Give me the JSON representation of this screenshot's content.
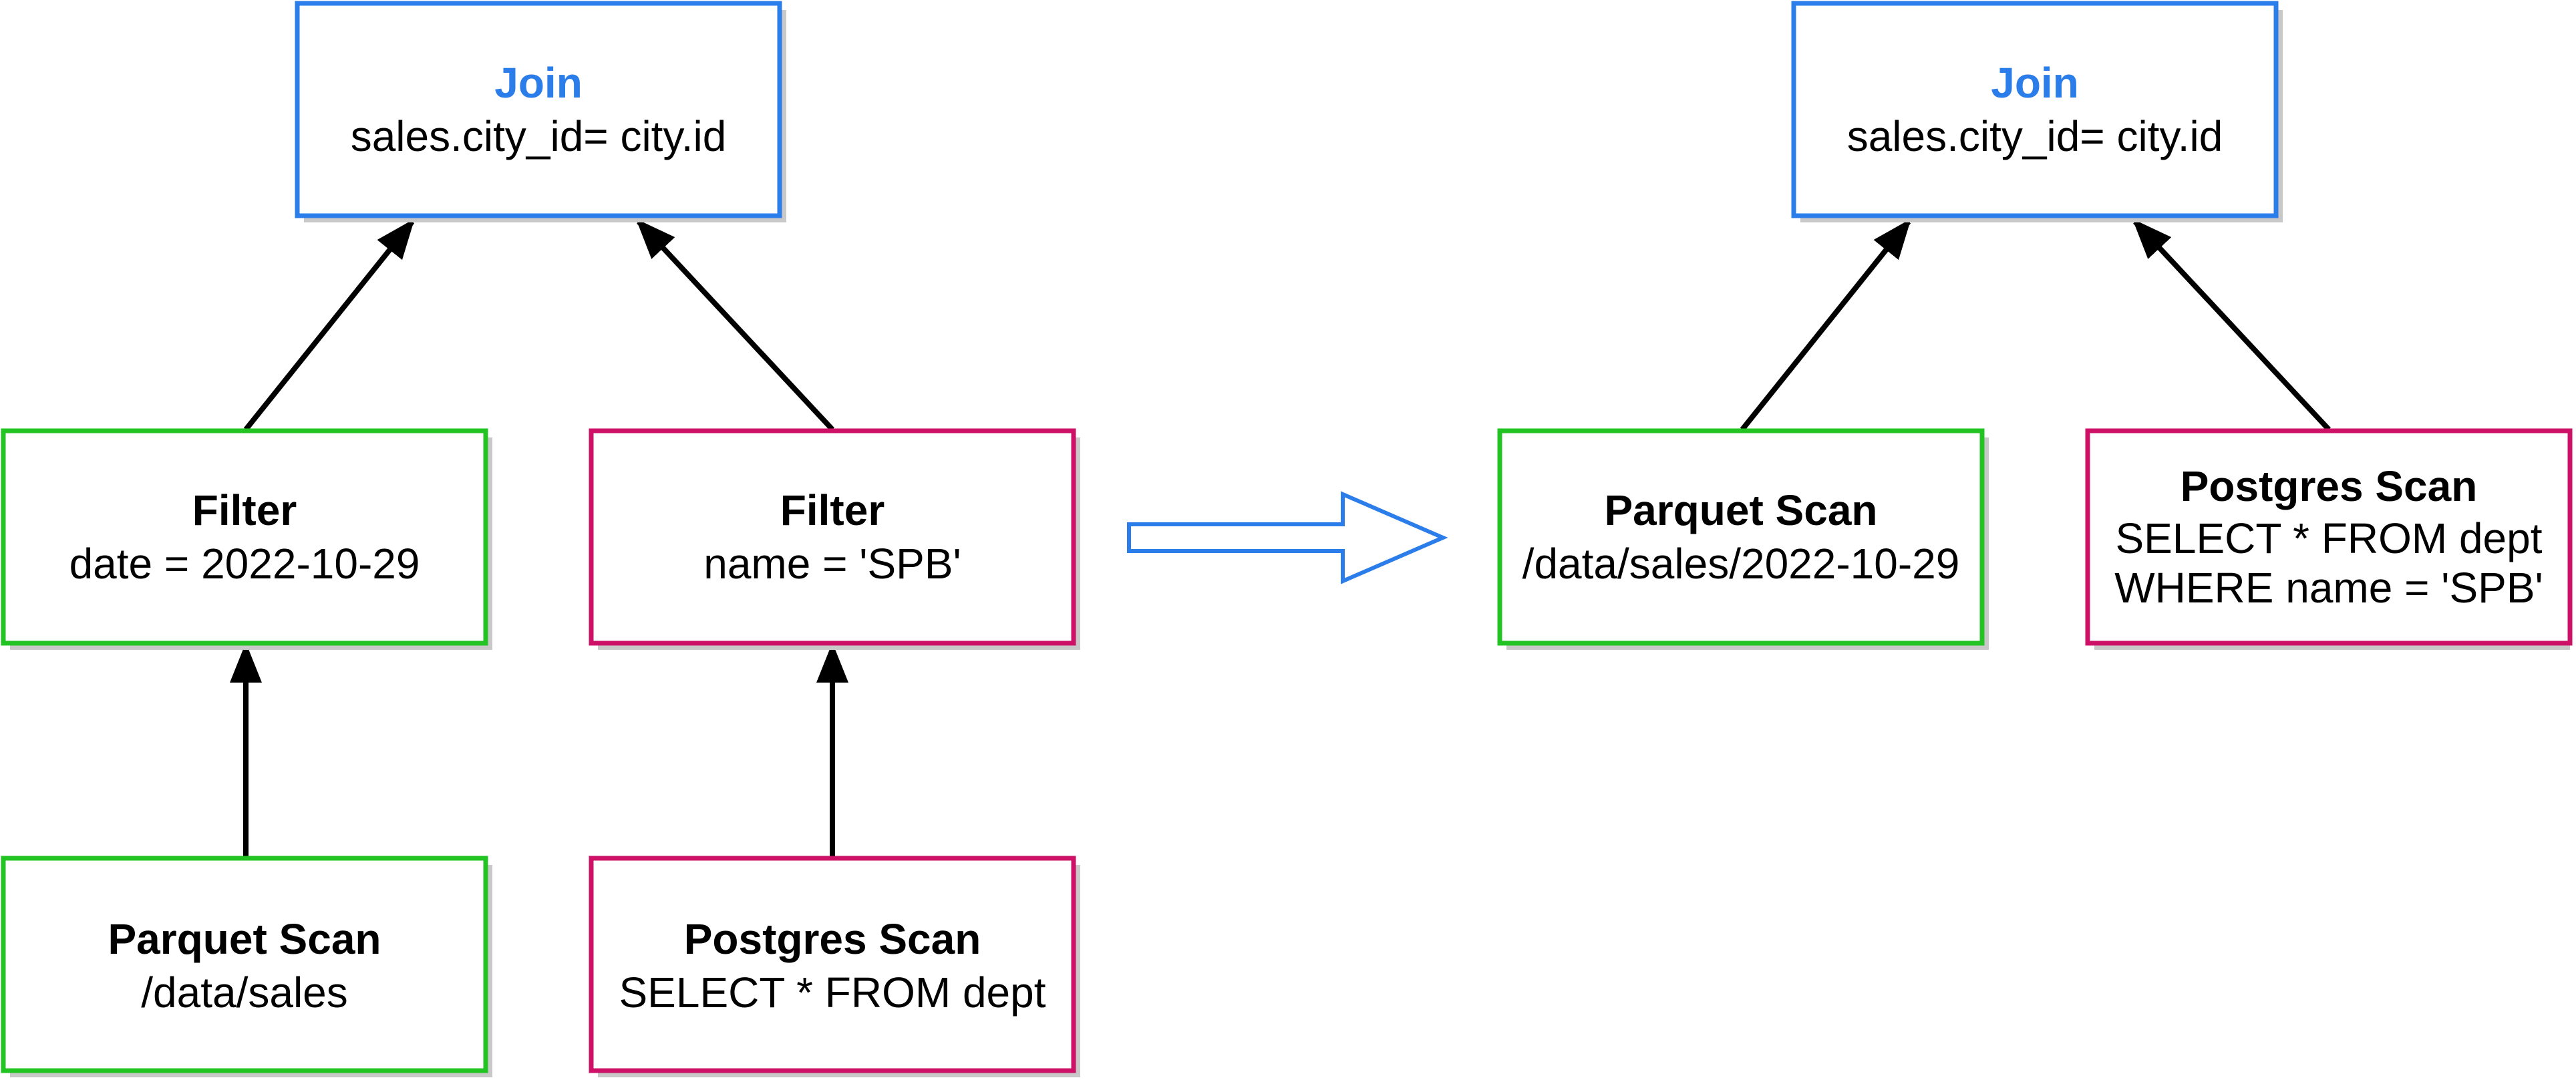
{
  "colors": {
    "join": "#2b7de9",
    "parquet": "#22c322",
    "postgres": "#cc1166",
    "edge": "#000000",
    "shadow": "#c8c8c8",
    "transform_arrow": "#2b7de9"
  },
  "before": {
    "join": {
      "title": "Join",
      "lines": [
        "sales.city_id= city.id"
      ]
    },
    "filter_left": {
      "title": "Filter",
      "lines": [
        "date = 2022-10-29"
      ]
    },
    "filter_right": {
      "title": "Filter",
      "lines": [
        "name = 'SPB'"
      ]
    },
    "scan_left": {
      "title": "Parquet Scan",
      "lines": [
        "/data/sales"
      ]
    },
    "scan_right": {
      "title": "Postgres Scan",
      "lines": [
        "SELECT * FROM dept"
      ]
    }
  },
  "after": {
    "join": {
      "title": "Join",
      "lines": [
        "sales.city_id= city.id"
      ]
    },
    "scan_left": {
      "title": "Parquet Scan",
      "lines": [
        "/data/sales/2022-10-29"
      ]
    },
    "scan_right": {
      "title": "Postgres Scan",
      "lines": [
        "SELECT * FROM dept",
        "WHERE name = 'SPB'"
      ]
    }
  }
}
